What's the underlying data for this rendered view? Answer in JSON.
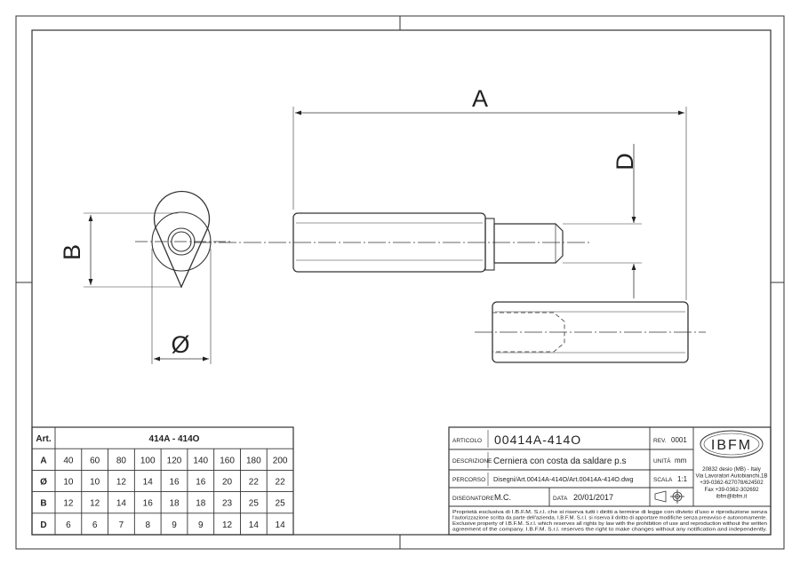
{
  "dimensions": {
    "a": "A",
    "b": "B",
    "d": "D",
    "diameter": "Ø"
  },
  "size_table": {
    "header_art": "Art.",
    "header_code": "414A - 414O",
    "rows": [
      {
        "label": "A",
        "values": [
          "40",
          "60",
          "80",
          "100",
          "120",
          "140",
          "160",
          "180",
          "200"
        ]
      },
      {
        "label": "Ø",
        "values": [
          "10",
          "10",
          "12",
          "14",
          "16",
          "16",
          "20",
          "22",
          "22"
        ]
      },
      {
        "label": "B",
        "values": [
          "12",
          "12",
          "14",
          "16",
          "18",
          "18",
          "23",
          "25",
          "25"
        ]
      },
      {
        "label": "D",
        "values": [
          "6",
          "6",
          "7",
          "8",
          "9",
          "9",
          "12",
          "14",
          "14"
        ]
      }
    ]
  },
  "title_block": {
    "articolo_label": "ARTICOLO",
    "articolo_value": "00414A-414O",
    "rev_label": "REV.",
    "rev_value": "0001",
    "descrizione_label": "DESCRIZIONE",
    "descrizione_value": "Cerniera con costa da saldare p.s",
    "unita_label": "UNITÀ",
    "unita_value": "mm",
    "percorso_label": "PERCORSO",
    "percorso_value": "Disegni/Art.00414A-414O/Art.00414A-414O.dwg",
    "scala_label": "SCALA",
    "scala_value": "1:1",
    "disegnatore_label": "DISEGNATORE",
    "disegnatore_value": "M.C.",
    "data_label": "DATA",
    "data_value": "20/01/2017",
    "logo": "IBFM",
    "company_lines": [
      "20832 desio (MB) - Italy",
      "Via Lavoratori Autobianchi,1B",
      "+39-0362-627078/624502",
      "Fax +39-0362-302692",
      "ibfm@ibfm.it"
    ],
    "disclaimer_lines": [
      "Proprietà esclusiva di I.B.F.M. S.r.l. che si riserva tutti i diritti a termine di legge con divieto d'uso e riproduzione senza",
      "l'autorizzazione scritta da parte dell'azienda. I.B.F.M. S.r.l. si riserva il diritto di apportare modifiche senza preavviso e autonomamente.",
      "Exclusive property of I.B.F.M. S.r.l. which reserves all rights by law with the prohibition of use and reproduction without the written",
      "agreement of the company. I.B.F.M. S.r.l. reserves the right to make changes without any notification and independently."
    ]
  }
}
